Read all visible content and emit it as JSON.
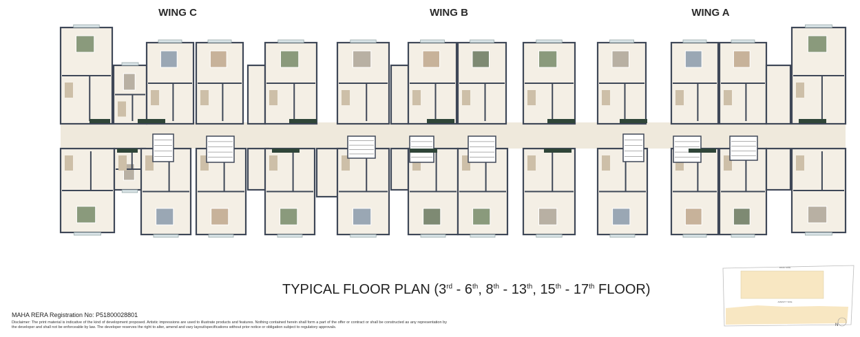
{
  "wings": [
    {
      "label": "WING C"
    },
    {
      "label": "WING B"
    },
    {
      "label": "WING A"
    }
  ],
  "title": {
    "prefix": "TYPICAL FLOOR PLAN (3",
    "sup1": "rd",
    "p2": " - 6",
    "sup2": "th",
    "p3": ", 8",
    "sup3": "th",
    "p4": " - 13",
    "sup4": "th",
    "p5": ", 15",
    "sup5": "th",
    "p6": " - 17",
    "sup6": "th",
    "suffix": " FLOOR)"
  },
  "rera": "MAHA RERA Registration No: P51800028801",
  "disclaimer": "Disclaimer: The print material is indicative of the kind of development proposed. Artistic impressions are used to illustrate products and features. Nothing contained herein shall form a part of the offer or contract or shall be constructed as any representation by the developer and shall not be enforceable by law. The developer reserves the right to alter, amend and vary layout/specifications without prior notice or obligation subject to regulatory approvals.",
  "key_plan": {
    "road_side": "ROAD SIDE",
    "amenity_side": "AMENITY SIDE",
    "north_label": "N"
  },
  "colors": {
    "wall": "#3e4757",
    "floor": "#f4efe5",
    "corridor": "#efe9dc",
    "key_fill": "#f8e7c2"
  }
}
